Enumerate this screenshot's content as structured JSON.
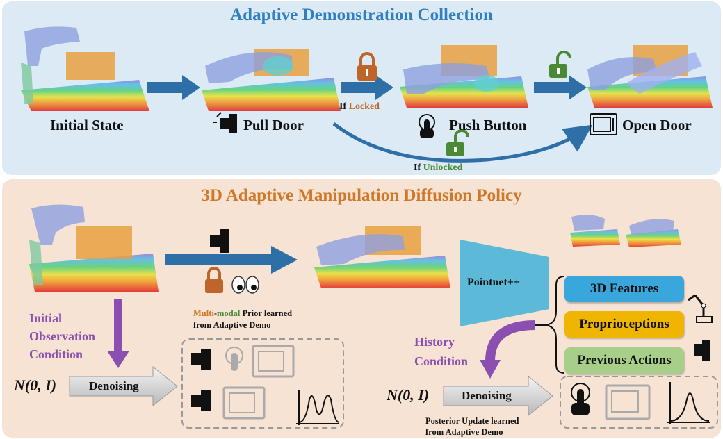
{
  "top": {
    "title": "Adaptive Demonstration Collection",
    "stages": [
      "Initial State",
      "Pull Door",
      "Push Button",
      "Open Door"
    ],
    "if_word": "If",
    "locked_word": "Locked",
    "unlocked_word": "Unlocked"
  },
  "bottom": {
    "title": "3D Adaptive Manipulation Diffusion Policy",
    "initial_condition": [
      "Initial",
      "Observation",
      "Condition"
    ],
    "noise_left": "N(0, I)",
    "noise_right": "N(0, I)",
    "denoising_left": "Denoising",
    "denoising_right": "Denoising",
    "prior_multi": "Multi",
    "prior_dash": "-",
    "prior_modal": "modal",
    "prior_rest": " Prior learned",
    "prior_line2": "from Adaptive Demo",
    "pointnet": "Pointnet++",
    "features": [
      "3D Features",
      "Proprioceptions",
      "Previous Actions"
    ],
    "history": [
      "History",
      "Condition"
    ],
    "posterior": [
      "Posterior Update learned",
      "from Adaptive Demo"
    ]
  },
  "colors": {
    "title_blue": "#2f7fc1",
    "title_orange": "#d0782a",
    "locked": "#c0652a",
    "unlocked": "#4a8a35",
    "history_purple": "#8a4fb0",
    "arrow_blue": "#2e6fa8",
    "feature_blue": "#3aa7dc",
    "feature_yellow": "#f0b500",
    "feature_green": "#a8cf8a",
    "pointnet": "#5cbad8"
  }
}
